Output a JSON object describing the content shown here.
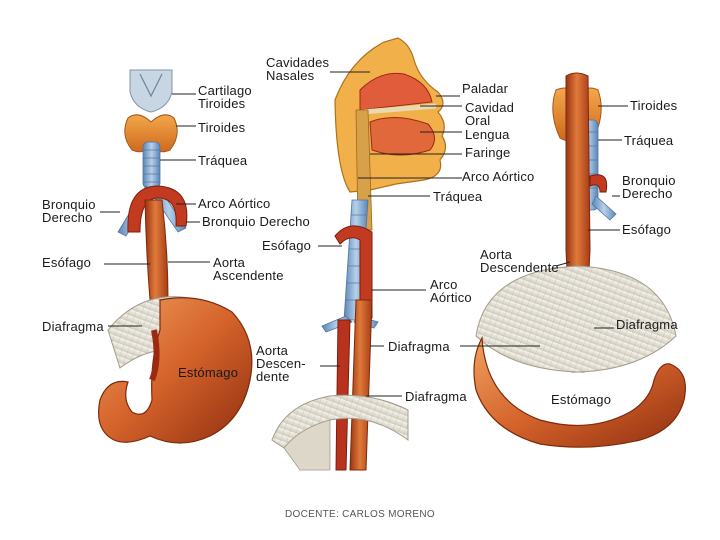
{
  "colors": {
    "organ": "#d4622a",
    "organ_dark": "#9a3412",
    "gland": "#e98a2c",
    "trachea": "#7ea8d2",
    "diaphragm": "#e9e6dc",
    "aorta": "#b8331e",
    "label_line": "#222222"
  },
  "labels": {
    "left": {
      "cartilago_tiroides": "Cartilago\nTiroides",
      "tiroides": "Tiroides",
      "traquea": "Tráquea",
      "bronquio_derecho": "Bronquio\nDerecho",
      "arco_aortico": "Arco Aórtico",
      "bronquio_derecho_2": "Bronquio Derecho",
      "esofago": "Esófago",
      "aorta_ascendente": "Aorta\nAscendente",
      "diafragma": "Diafragma",
      "estomago": "Estómago"
    },
    "center": {
      "cavidades_nasales": "Cavidades\nNasales",
      "paladar": "Paladar",
      "cavidad_oral": "Cavidad\nOral",
      "lengua": "Lengua",
      "faringe": "Faringe",
      "arco_aortico": "Arco Aórtico",
      "traquea": "Tráquea",
      "esofago": "Esófago",
      "arco_aortico_2": "Arco\nAórtico",
      "aorta_descendente": "Aorta\nDescen-\ndente",
      "diafragma": "Diafragma",
      "diafragma_2": "Diafragma"
    },
    "right": {
      "tiroides": "Tiroides",
      "traquea": "Tráquea",
      "bronquio_derecho": "Bronquio\nDerecho",
      "esofago": "Esófago",
      "aorta_descendente": "Aorta\nDescendente",
      "diafragma": "Diafragma",
      "estomago": "Estómago"
    }
  },
  "footer": "DOCENTE: CARLOS MORENO"
}
